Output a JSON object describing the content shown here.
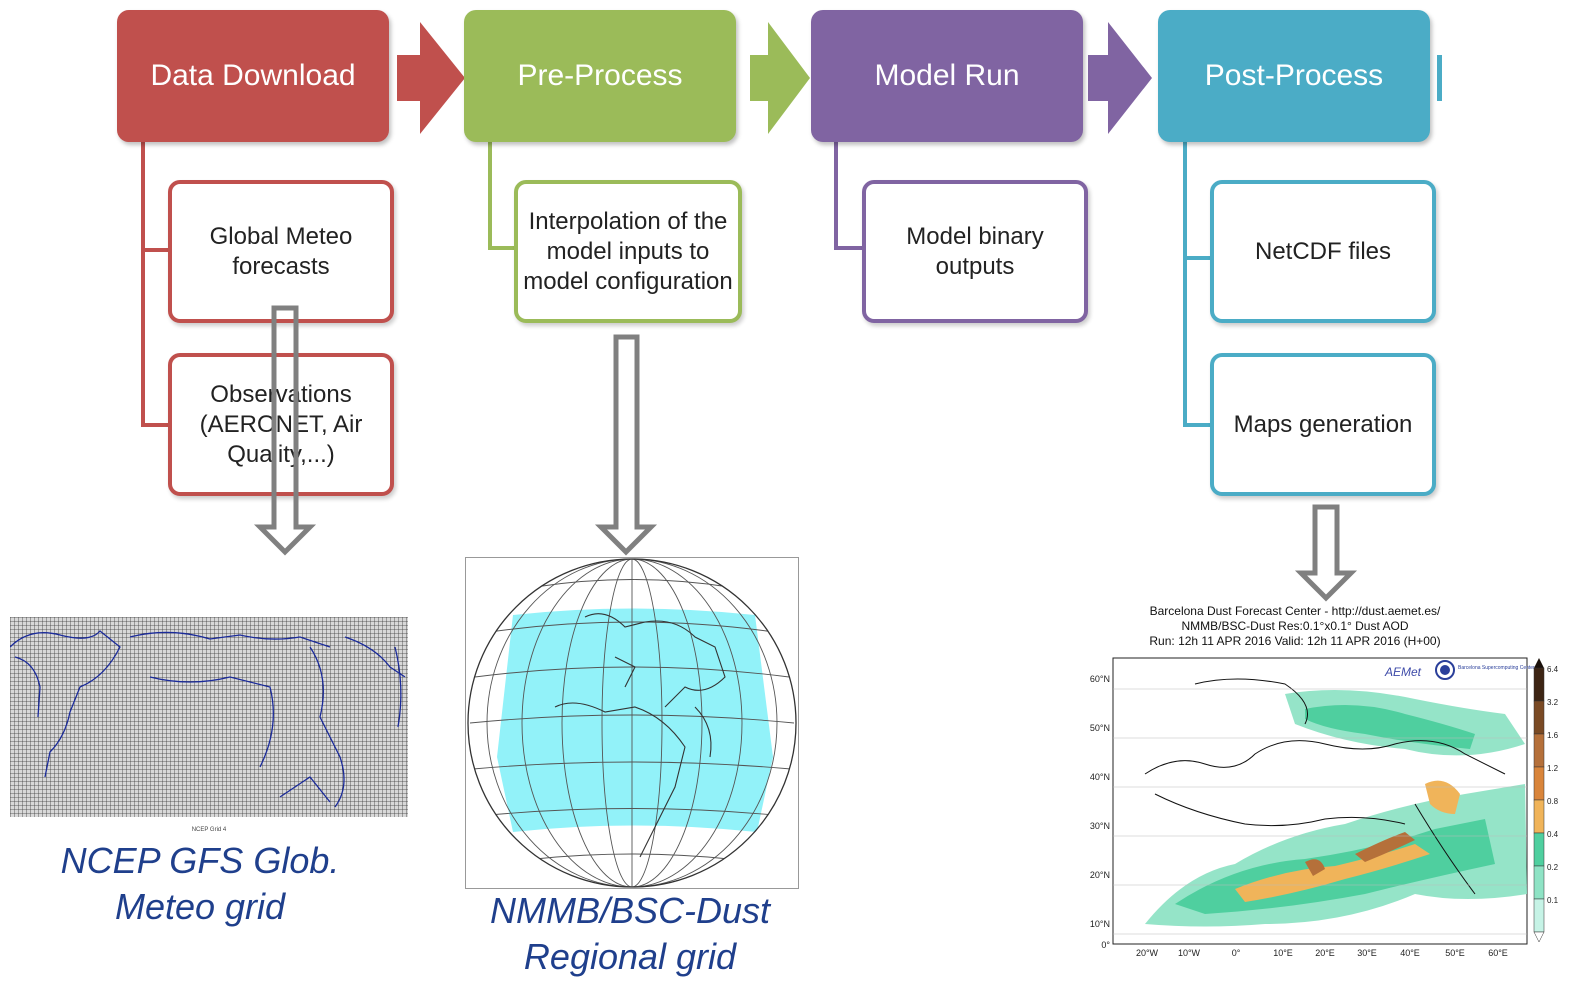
{
  "stages": [
    {
      "label": "Data Download",
      "color": "#c0504d"
    },
    {
      "label": "Pre-Process",
      "color": "#9bbb59"
    },
    {
      "label": "Model Run",
      "color": "#8064a2"
    },
    {
      "label": "Post-Process",
      "color": "#4bacc6"
    }
  ],
  "substeps": {
    "global_meteo": "Global Meteo forecasts",
    "observations": "Observations (AERONET, Air Quality,...)",
    "interpolation": "Interpolation of the model inputs to model configuration",
    "model_binary": "Model binary outputs",
    "netcdf": "NetCDF files",
    "maps": "Maps  generation"
  },
  "captions": {
    "ncep_line1": "NCEP GFS Glob.",
    "ncep_line2": "Meteo grid",
    "nmmb_line1": "NMMB/BSC-Dust",
    "nmmb_line2": "Regional grid"
  },
  "ncep_grid_label": "NCEP Grid 4",
  "dust_map": {
    "title_line1": "Barcelona Dust Forecast Center - http://dust.aemet.es/",
    "title_line2": "NMMB/BSC-Dust   Res:0.1°x0.1°   Dust AOD",
    "title_line3": "Run: 12h 11 APR 2016   Valid: 12h 11 APR 2016 (H+00)",
    "lat_labels": [
      "60°N",
      "50°N",
      "40°N",
      "30°N",
      "20°N",
      "10°N",
      "0°"
    ],
    "lon_labels": [
      "20°W",
      "10°W",
      "0°",
      "10°E",
      "20°E",
      "30°E",
      "40°E",
      "50°E",
      "60°E"
    ],
    "colorbar_labels": [
      "6.4",
      "3.2",
      "1.6",
      "1.2",
      "0.8",
      "0.4",
      "0.2",
      "0.1"
    ],
    "colorbar_colors": [
      "#3d2514",
      "#7a4a24",
      "#b5703a",
      "#d9853b",
      "#f0b45a",
      "#4fcf9f",
      "#8fe3c5",
      "#c6f3e6"
    ],
    "logo_text": "AEMet",
    "bsc_logo_text": "Barcelona Supercomputing Center"
  }
}
